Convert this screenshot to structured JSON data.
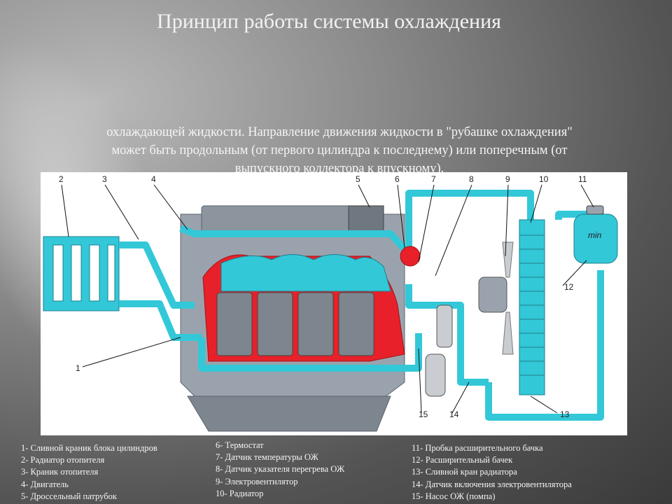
{
  "title": "Принцип работы системы охлаждения",
  "intro": [
    "",
    "",
    "",
    "",
    "охлаждающей жидкости. Направление движения жидкости в \"рубашке охлаждения\"",
    "может быть продольным (от первого цилиндра к последнему) или поперечным (от",
    "выпускного коллектора к впускному)."
  ],
  "diagram": {
    "callouts": [
      "1",
      "2",
      "3",
      "4",
      "5",
      "6",
      "7",
      "8",
      "9",
      "10",
      "11",
      "12",
      "13",
      "14",
      "15"
    ],
    "tank_label": "min"
  },
  "legend": {
    "col1": [
      "1- Сливной краник блока цилиндров",
      "2- Радиатор отопителя",
      "3- Краник отопителя",
      "4- Двигатель",
      "5- Дроссельный патрубок"
    ],
    "col2": [
      "6- Термостат",
      "7- Датчик температуры  ОЖ",
      "8- Датчик  указателя перегрева ОЖ",
      "9- Электровентилятор",
      "10- Радиатор"
    ],
    "col3": [
      "11- Пробка расширительного бачка",
      "12- Расширительный бачек",
      "13- Сливной кран радиатора",
      "14- Датчик включения электровентилятора",
      "15- Насос ОЖ (помпа)"
    ]
  },
  "colors": {
    "coolant": "#33c8d8",
    "coolant_stroke": "#1b7f8c",
    "hot": "#e8202a",
    "engine": "#9aa3ad",
    "engine_dark": "#6f7780"
  }
}
